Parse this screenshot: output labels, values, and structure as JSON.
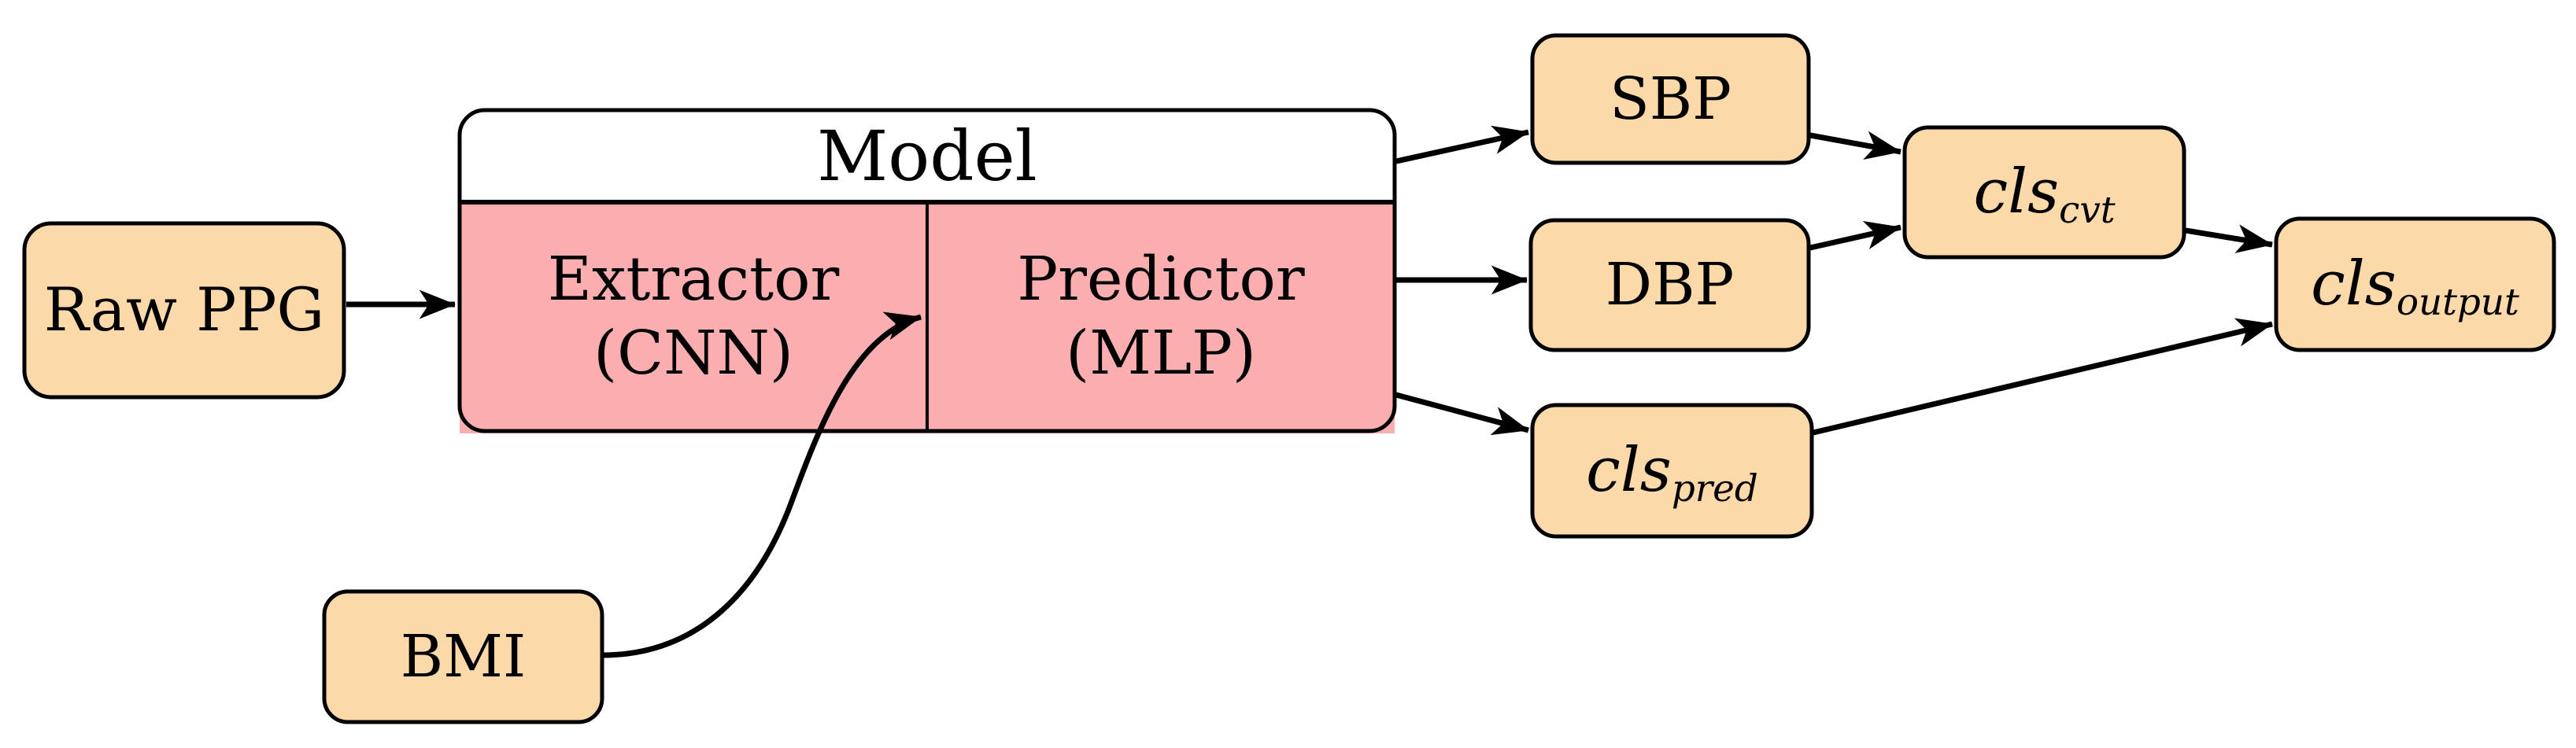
{
  "diagram": {
    "colors": {
      "node_fill": "#FBD9A9",
      "model_body_fill": "#FBAEB0",
      "model_header_fill": "#FFFFFF",
      "stroke": "#000000",
      "background": "#FFFFFF"
    },
    "nodes": {
      "raw_ppg": {
        "label": "Raw PPG"
      },
      "model": {
        "title": "Model",
        "extractor": {
          "line1": "Extractor",
          "line2": "(CNN)"
        },
        "predictor": {
          "line1": "Predictor",
          "line2": "(MLP)"
        }
      },
      "sbp": {
        "label": "SBP"
      },
      "dbp": {
        "label": "DBP"
      },
      "cls_pred": {
        "base": "cls",
        "sub": "pred"
      },
      "cls_cvt": {
        "base": "cls",
        "sub": "cvt"
      },
      "cls_output": {
        "base": "cls",
        "sub": "output"
      },
      "bmi": {
        "label": "BMI"
      }
    },
    "edges": [
      {
        "from": "raw_ppg",
        "to": "model"
      },
      {
        "from": "model",
        "to": "sbp"
      },
      {
        "from": "model",
        "to": "dbp"
      },
      {
        "from": "model",
        "to": "cls_pred"
      },
      {
        "from": "sbp",
        "to": "cls_cvt"
      },
      {
        "from": "dbp",
        "to": "cls_cvt"
      },
      {
        "from": "cls_cvt",
        "to": "cls_output"
      },
      {
        "from": "cls_pred",
        "to": "cls_output"
      },
      {
        "from": "bmi",
        "to": "model_predictor_boundary",
        "style": "curved"
      }
    ]
  }
}
